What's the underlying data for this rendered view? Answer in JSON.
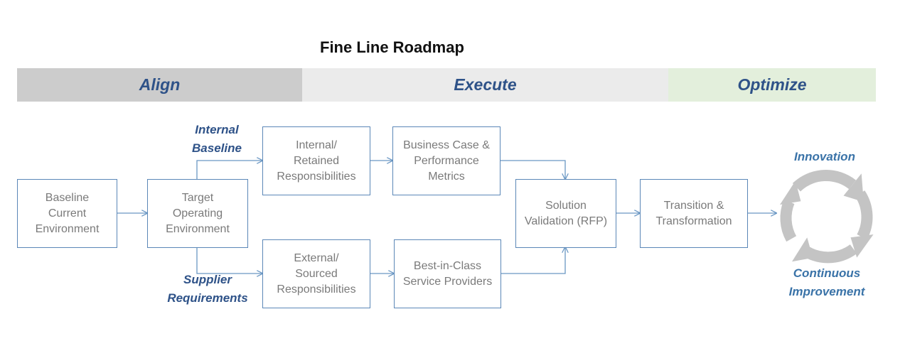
{
  "title": "Fine Line Roadmap",
  "phases": [
    {
      "label": "Align",
      "color": "#cccccc"
    },
    {
      "label": "Execute",
      "color": "#ebebeb"
    },
    {
      "label": "Optimize",
      "color": "#e3efdc"
    }
  ],
  "boxes": {
    "baseline": "Baseline\nCurrent\nEnvironment",
    "target": "Target\nOperating\nEnvironment",
    "internal_retained": "Internal/\nRetained\nResponsibilities",
    "business_case": "Business Case &\nPerformance\nMetrics",
    "external_sourced": "External/\nSourced\nResponsibilities",
    "best_in_class": "Best-in-Class\nService Providers",
    "solution_validation": "Solution\nValidation (RFP)",
    "transition": "Transition &\nTransformation"
  },
  "branches": {
    "internal_baseline": "Internal\nBaseline",
    "supplier_requirements": "Supplier\nRequirements"
  },
  "cycle": {
    "top_label": "Innovation",
    "bottom_label": "Continuous\nImprovement"
  },
  "colors": {
    "accent": "#2e5288",
    "box_border": "#5b87b7",
    "arrow": "#6a97c4",
    "cycle_arrow": "#c4c4c4",
    "box_text": "#7a7a7a"
  }
}
